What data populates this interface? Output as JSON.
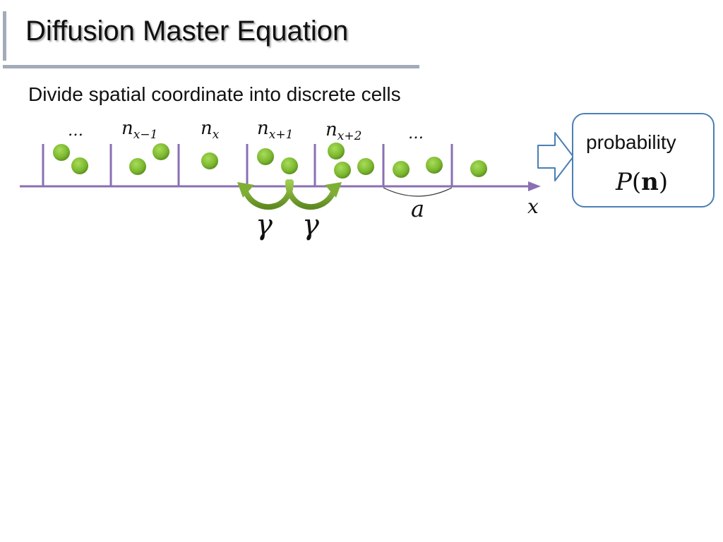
{
  "slide": {
    "title": "Diffusion Master Equation",
    "subtitle": "Divide spatial coordinate into discrete cells"
  },
  "diagram": {
    "cell_labels": [
      "…",
      "n",
      "n",
      "n",
      "n",
      "…"
    ],
    "cell_label_subscripts": [
      "",
      "x−1",
      "x",
      "x+1",
      "x+2",
      ""
    ],
    "axis_label": "x",
    "cell_width_label": "a",
    "rate_labels": [
      "γ",
      "γ"
    ],
    "particle_color": "#7cb82f",
    "axis_color": "#8a6fb3",
    "arrow_color": "#6f9a2a"
  },
  "probability_box": {
    "label": "probability",
    "formula_symbol": "P",
    "formula_argument": "n"
  }
}
